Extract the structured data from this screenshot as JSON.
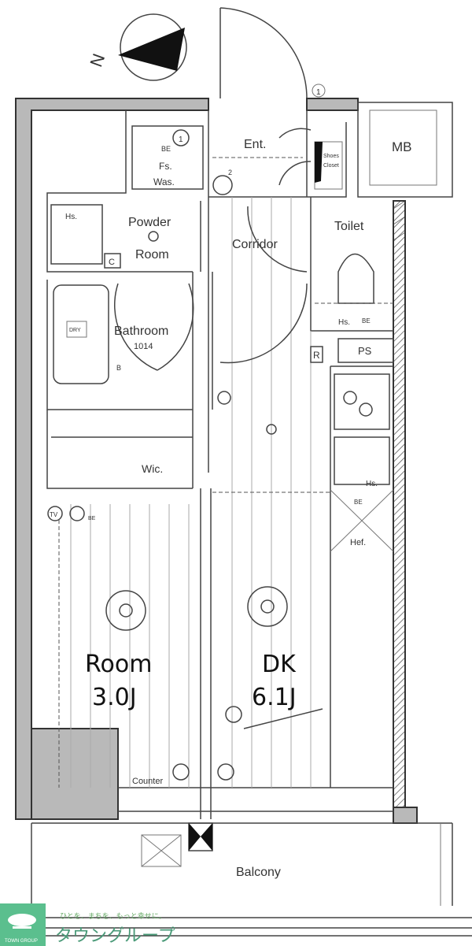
{
  "compass": {
    "label": "N"
  },
  "rooms": {
    "mb": "MB",
    "entrance": "Ent.",
    "shoes_closet_1": "Shoes",
    "shoes_closet_2": "Closet",
    "toilet": "Toilet",
    "powder_room_1": "Powder",
    "powder_room_2": "Room",
    "corridor": "Corridor",
    "fs": "Fs.",
    "was": "Was.",
    "be": "BE",
    "bathroom": "Bathroom",
    "bathroom_size": "1014",
    "dry": "DRY",
    "ps": "PS",
    "r": "R",
    "hs": "Hs.",
    "c": "C",
    "wic": "Wic.",
    "hef": "Hef.",
    "tv": "TV",
    "room_name": "Room",
    "room_size": "3.0J",
    "dk_name": "DK",
    "dk_size": "6.1J",
    "counter": "Counter",
    "balcony": "Balcony",
    "num1": "1",
    "num2": "2",
    "b": "B"
  },
  "logo": {
    "tagline": "ひとを、まちを、もっと幸せに。",
    "name": "タウングループ",
    "mark": "TOWN GROUP",
    "color": "#5bbf8e"
  }
}
